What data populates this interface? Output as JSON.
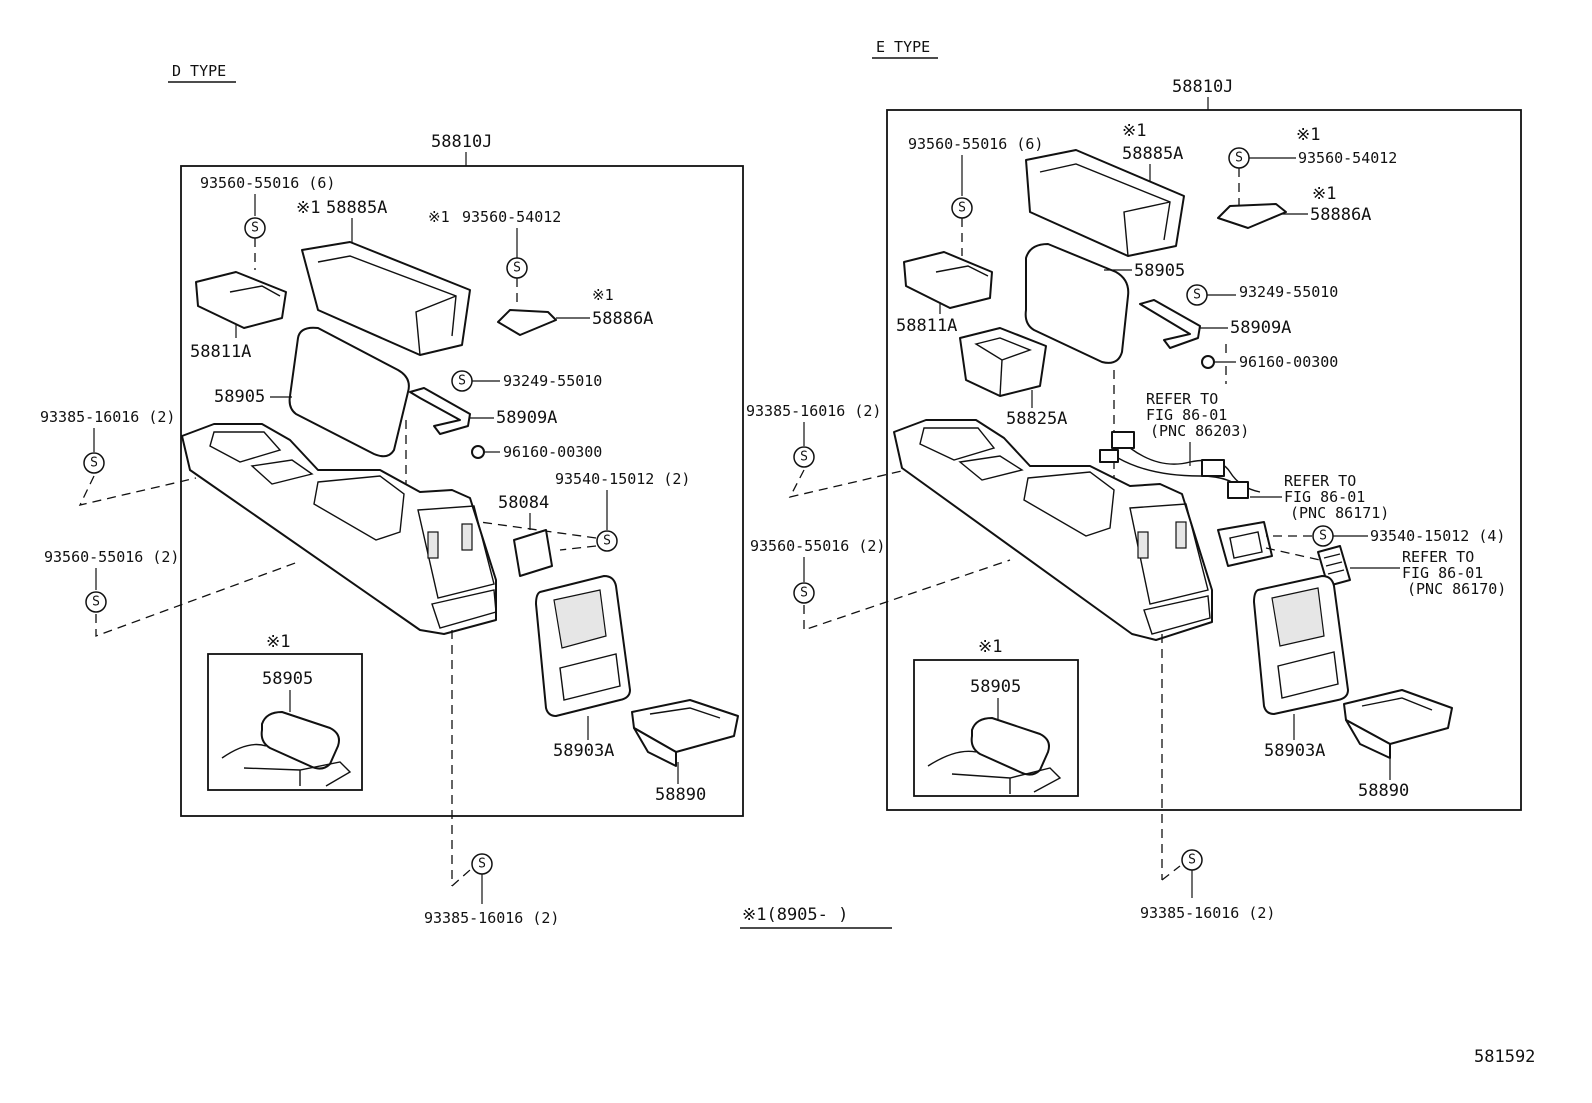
{
  "diagram": {
    "d_type": {
      "title": "D TYPE",
      "assembly": "58810J",
      "labels": {
        "screw_6": "93560-55016 (6)",
        "box_upper_mark": "※1",
        "box_upper": "58885A",
        "screw_54012_mark": "※1",
        "screw_54012": "93560-54012",
        "bracket_mark": "※1",
        "bracket": "58886A",
        "small_box": "58811A",
        "lid": "58905",
        "screw_55010": "93249-55010",
        "hinge": "58909A",
        "nut": "96160-00300",
        "screw_16016_left": "93385-16016 (2)",
        "screw_15012": "93540-15012 (2)",
        "plate": "58084",
        "screw_55016_2": "93560-55016 (2)",
        "inset_mark": "※1",
        "inset_lid": "58905",
        "panel": "58903A",
        "ashtray": "58890",
        "screw_16016_bottom": "93385-16016 (2)"
      }
    },
    "e_type": {
      "title": "E TYPE",
      "assembly": "58810J",
      "labels": {
        "screw_6": "93560-55016 (6)",
        "box_upper_mark": "※1",
        "box_upper": "58885A",
        "screw_54012_mark": "※1",
        "screw_54012": "93560-54012",
        "bracket_mark": "※1",
        "bracket": "58886A",
        "lid": "58905",
        "screw_55010": "93249-55010",
        "small_box": "58811A",
        "hinge": "58909A",
        "nut": "96160-00300",
        "screw_16016_left": "93385-16016 (2)",
        "cup": "58825A",
        "refer1_a": "REFER TO",
        "refer1_b": "FIG 86-01",
        "refer1_c": "(PNC 86203)",
        "refer2_a": "REFER TO",
        "refer2_b": "FIG 86-01",
        "refer2_c": "(PNC 86171)",
        "screw_15012": "93540-15012 (4)",
        "refer3_a": "REFER TO",
        "refer3_b": "FIG 86-01",
        "refer3_c": "(PNC 86170)",
        "screw_55016_2": "93560-55016 (2)",
        "inset_mark": "※1",
        "inset_lid": "58905",
        "panel": "58903A",
        "ashtray": "58890",
        "screw_16016_bottom": "93385-16016 (2)"
      }
    },
    "footnote": "※1(8905-      )",
    "screw_symbol": "S",
    "figure_number": "581592"
  }
}
